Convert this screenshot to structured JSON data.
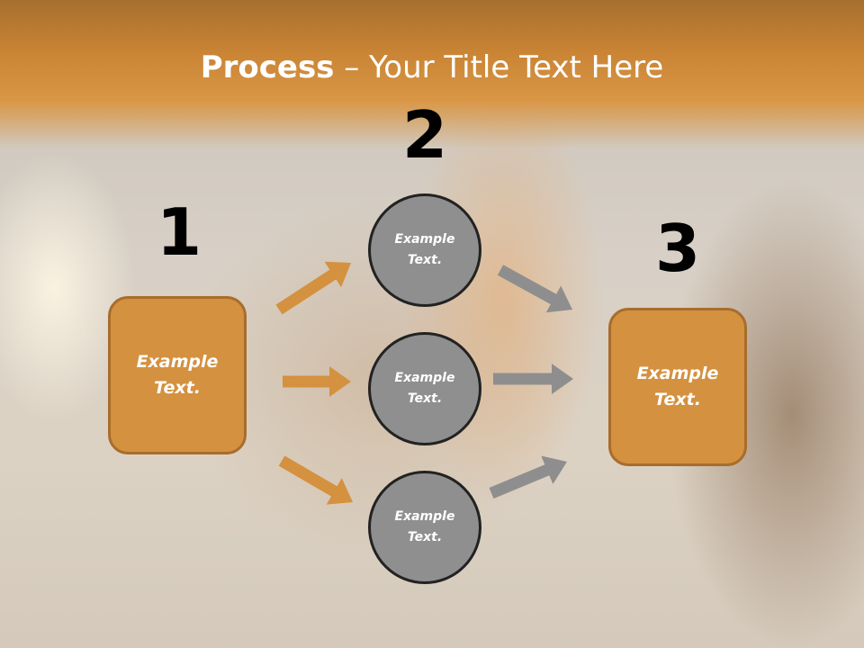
{
  "title": {
    "bold": "Process",
    "rest": " – Your Title Text Here"
  },
  "steps": [
    "1",
    "2",
    "3"
  ],
  "left_box": {
    "text": "Example Text."
  },
  "right_box": {
    "text": "Example Text."
  },
  "circles": [
    {
      "text": "Example Text."
    },
    {
      "text": "Example Text."
    },
    {
      "text": "Example Text."
    }
  ],
  "colors": {
    "accent": "#d4913f",
    "circle": "#8f8f8f",
    "arrow_gray": "#8e8e8e"
  }
}
